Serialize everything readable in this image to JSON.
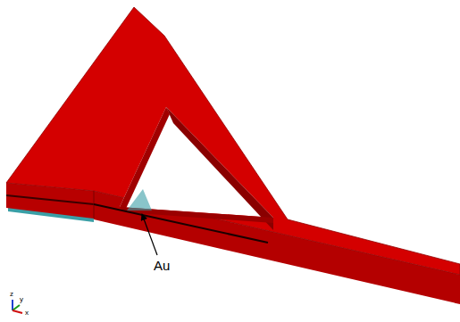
{
  "diagram": {
    "labels": [
      "Au",
      "z",
      "y",
      "x"
    ]
  }
}
